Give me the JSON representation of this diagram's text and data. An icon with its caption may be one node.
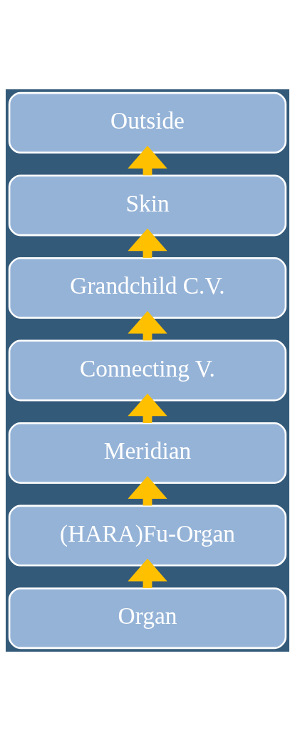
{
  "diagram": {
    "nodes": [
      {
        "text": [
          "Outside"
        ]
      },
      {
        "text": [
          "Skin"
        ]
      },
      {
        "text": [
          "Grandchild C.V."
        ]
      },
      {
        "text": [
          "Connecting V."
        ]
      },
      {
        "text": [
          "Meridian"
        ]
      },
      {
        "text": [
          "(HARA)Fu-Organ"
        ]
      },
      {
        "text": [
          "Organ"
        ]
      }
    ],
    "edges": [
      {
        "from": 6,
        "to": 5,
        "arrow": "to"
      },
      {
        "from": 5,
        "to": 4,
        "arrow": "to"
      },
      {
        "from": 4,
        "to": 3,
        "arrow": "to"
      },
      {
        "from": 3,
        "to": 2,
        "arrow": "to"
      },
      {
        "from": 2,
        "to": 1,
        "arrow": "to"
      },
      {
        "from": 1,
        "to": 0,
        "arrow": "to"
      }
    ]
  }
}
